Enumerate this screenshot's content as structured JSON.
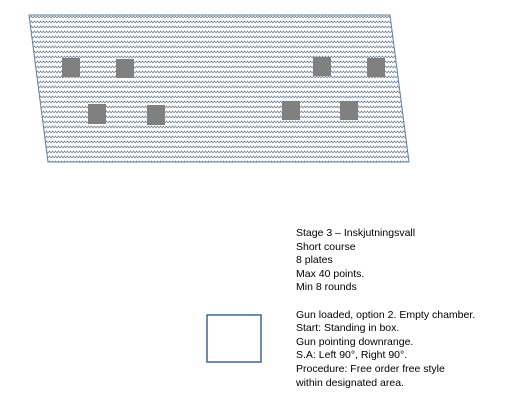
{
  "stage": {
    "title": "Stage 3 – Inskjutningsvall",
    "course": "Short course",
    "plates": "8 plates",
    "max_points": "Max 40 points.",
    "min_rounds": "Min 8 rounds"
  },
  "procedure": {
    "gun_state": "Gun loaded, option  2. Empty chamber.",
    "start": "Start: Standing in box.",
    "pointing": "Gun pointing downrange.",
    "safety_angles": "S.A: Left 90°, Right 90°.",
    "procedure_line1": "Procedure: Free order free style",
    "procedure_line2": "within designated area."
  },
  "colors": {
    "backstop_outline": "#5b7fa6",
    "backstop_pattern": "#6f7f93",
    "plate_fill": "#808080",
    "start_box_outline": "#3b6699"
  }
}
